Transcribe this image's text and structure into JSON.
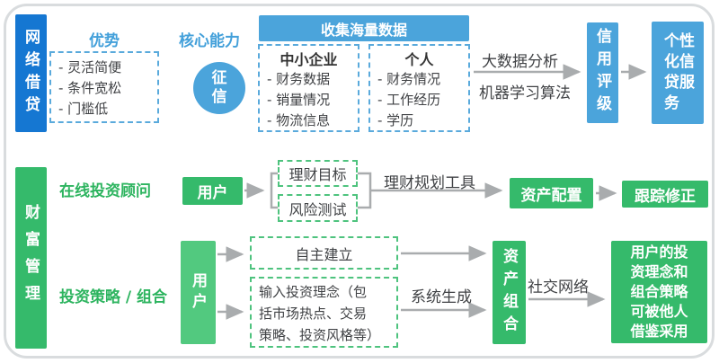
{
  "lending": {
    "section_label": "网络借贷",
    "advantages": {
      "title": "优势",
      "items": [
        "- 灵活简便",
        "- 条件宽松",
        "- 门槛低"
      ]
    },
    "core": {
      "title": "核心能力",
      "badge": "征\n信"
    },
    "collection": {
      "header": "收集海量数据",
      "sme": {
        "title": "中小企业",
        "items": [
          "- 财务数据",
          "- 销量情况",
          "- 物流信息"
        ]
      },
      "personal": {
        "title": "个人",
        "items": [
          "- 财务情况",
          "- 工作经历",
          "- 学历"
        ]
      }
    },
    "analysis": {
      "line1": "大数据分析",
      "line2": "机器学习算法"
    },
    "credit_rating": "信用评级",
    "service": "个性\n化信\n贷服\n务"
  },
  "wealth": {
    "section_label": "财富管理",
    "advisor": {
      "title": "在线投资顾问",
      "user": "用户",
      "goal": "理财目标",
      "risk": "风险测试",
      "tool_label": "理财规划工具",
      "allocation": "资产配置",
      "tracking": "跟踪修正"
    },
    "strategy": {
      "title": "投资策略 / 组合",
      "user": "用户",
      "self_build": "自主建立",
      "idea_input": "输入投资理念（包\n括市场热点、交易\n策略、投资风格等）",
      "system_label": "系统生成",
      "portfolio": "资产组合",
      "social_label": "社交网络",
      "result": "用户的投\n资理念和\n组合策略\n可被他人\n借鉴采用"
    }
  },
  "colors": {
    "dark_blue": "#1577d2",
    "light_blue": "#4ba4db",
    "green": "#35ba6b",
    "light_green": "#52c97f",
    "arrow_gray": "#a9acae"
  }
}
